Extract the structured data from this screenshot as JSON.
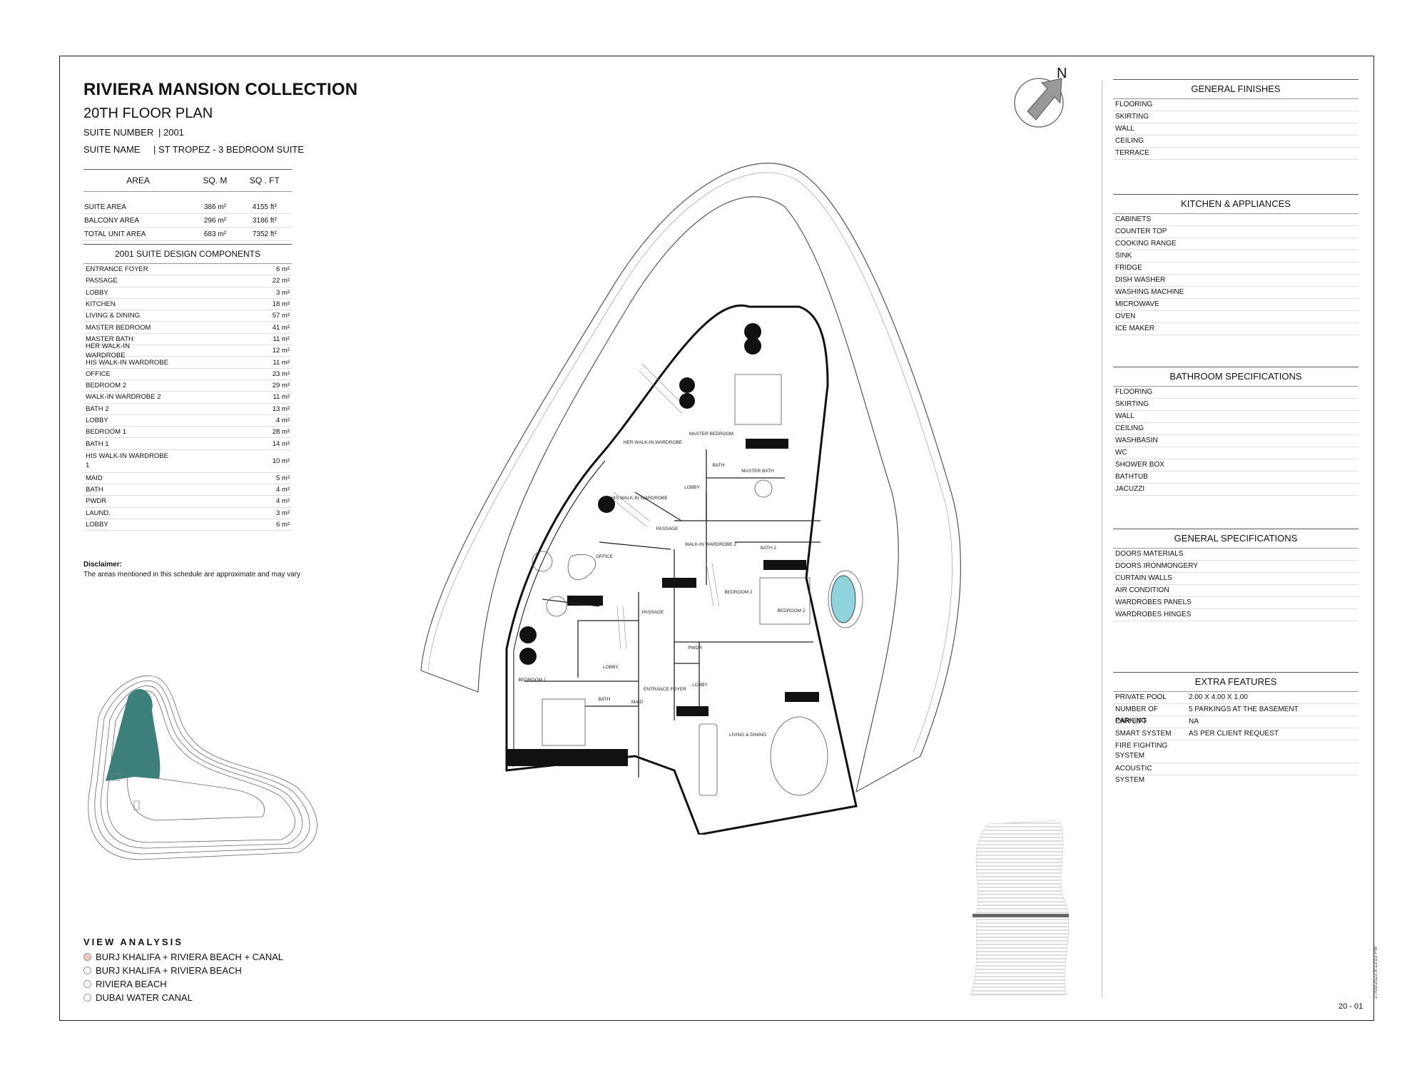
{
  "header": {
    "title": "RIVIERA MANSION COLLECTION",
    "subtitle": "20TH FLOOR PLAN",
    "suite_number_label": "SUITE NUMBER",
    "suite_number_value": "| 2001",
    "suite_name_label": "SUITE NAME",
    "suite_name_value": "| ST TROPEZ - 3 BEDROOM SUITE"
  },
  "area_table": {
    "headers": [
      "AREA",
      "SQ. M",
      "SQ . FT"
    ],
    "rows": [
      [
        "SUITE AREA",
        "386 m²",
        "4155 ft²"
      ],
      [
        "BALCONY AREA",
        "296 m²",
        "3186 ft²"
      ],
      [
        "TOTAL UNIT AREA",
        "683 m²",
        "7352 ft²"
      ]
    ]
  },
  "components": {
    "title": "2001 SUITE DESIGN COMPONENTS",
    "rows": [
      {
        "label": "ENTRANCE FOYER",
        "value": "6 m²"
      },
      {
        "label": "PASSAGE",
        "value": "22 m²"
      },
      {
        "label": "LOBBY",
        "value": "3 m²"
      },
      {
        "label": "KITCHEN",
        "value": "18 m²"
      },
      {
        "label": "LIVING & DINING",
        "value": "57 m²"
      },
      {
        "label": "MASTER BEDROOM",
        "value": "41 m²"
      },
      {
        "label": "MASTER BATH",
        "value": "11 m²"
      },
      {
        "label": "HER WALK-IN WARDROBE",
        "value": "12 m²"
      },
      {
        "label": "HIS WALK-IN WARDROBE",
        "value": "11 m²"
      },
      {
        "label": "OFFICE",
        "value": "23 m²"
      },
      {
        "label": "BEDROOM 2",
        "value": "29 m²"
      },
      {
        "label": "WALK-IN WARDROBE 2",
        "value": "11 m²"
      },
      {
        "label": "BATH 2",
        "value": "13 m²"
      },
      {
        "label": "LOBBY",
        "value": "4 m²"
      },
      {
        "label": "BEDROOM 1",
        "value": "28 m²"
      },
      {
        "label": "BATH 1",
        "value": "14 m²"
      },
      {
        "label": "HIS WALK-IN WARDROBE 1",
        "value": "10 m²"
      },
      {
        "label": "MAID",
        "value": "5 m²"
      },
      {
        "label": "BATH",
        "value": "4 m²"
      },
      {
        "label": "PWDR",
        "value": "4 m²"
      },
      {
        "label": "LAUND.",
        "value": "3 m²"
      },
      {
        "label": "LOBBY",
        "value": "6 m²"
      }
    ]
  },
  "disclaimer": {
    "title": "Disclaimer:",
    "body": "The areas mentioned in this schedule are approximate and may vary"
  },
  "specs": {
    "finishes": {
      "title": "GENERAL FINISHES",
      "items": [
        "FLOORING",
        "SKIRTING",
        "WALL",
        "CEILING",
        "TERRACE"
      ]
    },
    "kitchen": {
      "title": "KITCHEN & APPLIANCES",
      "items": [
        "CABINETS",
        "COUNTER TOP",
        "COOKING RANGE",
        "SINK",
        "FRIDGE",
        "DISH WASHER",
        "WASHING MACHINE",
        "MICROWAVE",
        "OVEN",
        "ICE MAKER"
      ]
    },
    "bathroom": {
      "title": "BATHROOM SPECIFICATIONS",
      "items": [
        "FLOORING",
        "SKIRTING",
        "WALL",
        "CEILING",
        "WASHBASIN",
        "WC",
        "SHOWER BOX",
        "BATHTUB",
        "JACUZZI"
      ]
    },
    "general": {
      "title": "GENERAL SPECIFICATIONS",
      "items": [
        "DOORS MATERIALS",
        "DOORS IRONMONGERY",
        "CURTAIN WALLS",
        "AIR CONDITION",
        "WARDROBES PANELS",
        "WARDROBES HINGES"
      ]
    },
    "extra": {
      "title": "EXTRA FEATURES",
      "items": [
        {
          "label": "PRIVATE POOL",
          "value": "2.00 X 4.00 X 1.00"
        },
        {
          "label": "NUMBER OF PARKING",
          "value": "5 PARKINGS AT THE BASEMENT"
        },
        {
          "label": "CAR LIFT",
          "value": "NA"
        },
        {
          "label": "SMART SYSTEM",
          "value": "AS PER CLIENT REQUEST"
        },
        {
          "label": "FIRE FIGHTING SYSTEM",
          "value": ""
        },
        {
          "label": "ACOUSTIC SYSTEM",
          "value": ""
        }
      ]
    }
  },
  "view_analysis": {
    "title": "VIEW ANALYSIS",
    "items": [
      {
        "label": "BURJ KHALIFA + RIVIERA BEACH + CANAL",
        "active": true
      },
      {
        "label": "BURJ KHALIFA + RIVIERA BEACH",
        "active": false
      },
      {
        "label": "RIVIERA BEACH",
        "active": false
      },
      {
        "label": "DUBAI WATER CANAL",
        "active": false
      }
    ]
  },
  "plan_labels": {
    "master_bedroom": "MASTER BEDROOM",
    "master_bath": "MASTER BATH",
    "bath": "BATH",
    "her_wardrobe": "HER WALK-IN WARDROBE",
    "his_wardrobe": "HIS WALK-IN WARDROBE",
    "lobby_top": "LOBBY",
    "passage_top": "PASSAGE",
    "office": "OFFICE",
    "walkin_wardrobe_2": "WALK-IN WARDROBE 2",
    "bath_2": "BATH 2",
    "bedroom_2a": "BEDROOM 2",
    "bedroom_2b": "BEDROOM 2",
    "passage": "PASSAGE",
    "pwdr": "PWDR",
    "lobby_left": "LOBBY",
    "lobby_right": "LOBBY",
    "entrance_foyer": "ENTRANCE FOYER",
    "bedroom_1": "BEDROOM 1",
    "bath_small": "BATH",
    "maid": "MAID",
    "living_dining": "LIVING & DINING"
  },
  "north_label": "N",
  "page_number": "20 - 01",
  "date_stamp": "27/05/2023 8:13:03 PM",
  "colors": {
    "pool": "#8fd3dc",
    "highlight": "#3d7f7b",
    "active_dot": "#f2c9b8",
    "wall": "#111111"
  }
}
